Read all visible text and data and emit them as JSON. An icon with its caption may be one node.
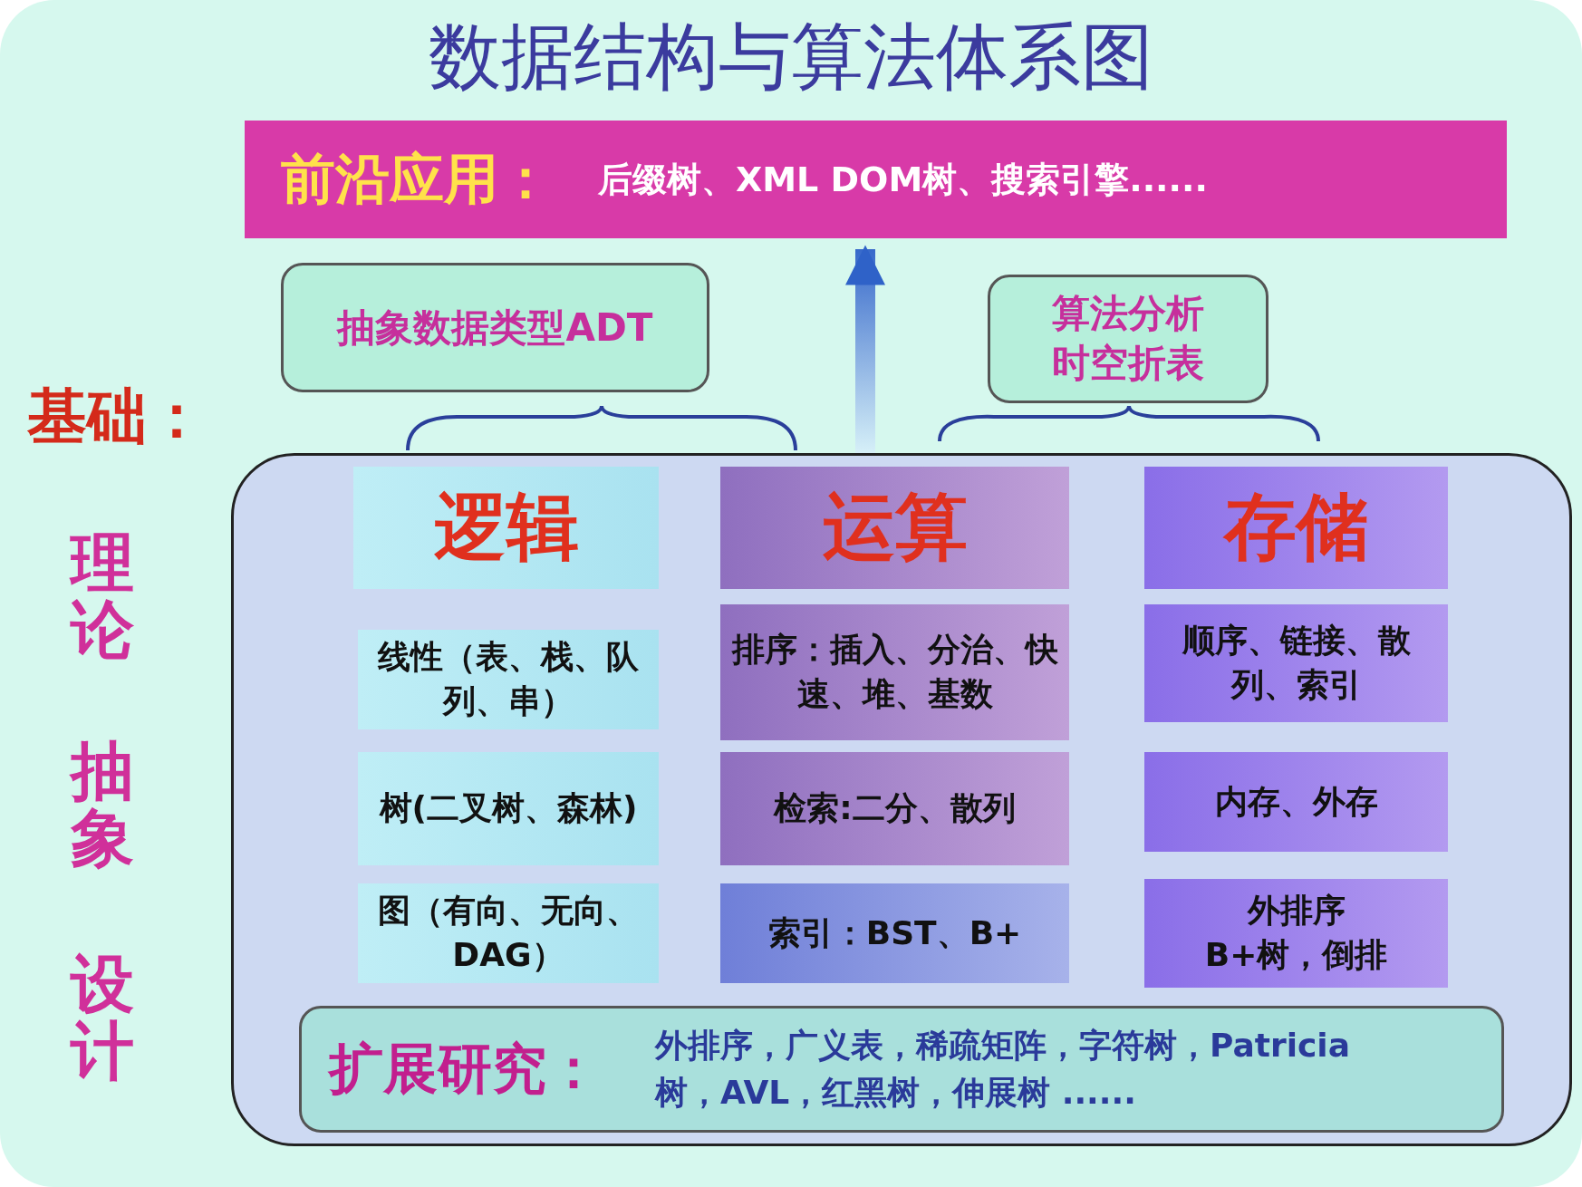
{
  "diagram": {
    "title": "数据结构与算法体系图",
    "nodes": [
      {
        "text": [
          "前沿应用：",
          "后缀树、XML DOM树、搜索引擎......"
        ]
      },
      {
        "text": [
          "抽象数据类型ADT"
        ]
      },
      {
        "text": [
          "算法分析时空折表"
        ]
      },
      {
        "text": [],
        "shape": "box"
      },
      {
        "text": [
          "逻辑"
        ],
        "in": 3
      },
      {
        "text": [
          "运算"
        ],
        "in": 3
      },
      {
        "text": [
          "存储"
        ],
        "in": 3
      },
      {
        "text": [
          "线性（表、栈、队列、串）"
        ],
        "in": 3
      },
      {
        "text": [
          "排序：插入、分治、快速、堆、基数"
        ],
        "in": 3
      },
      {
        "text": [
          "顺序、链接、散列、索引"
        ],
        "in": 3
      },
      {
        "text": [
          "树(二叉树、森林)"
        ],
        "in": 3
      },
      {
        "text": [
          "检索:二分、散列"
        ],
        "in": 3
      },
      {
        "text": [
          "内存、外存"
        ],
        "in": 3
      },
      {
        "text": [
          "图（有向、无向、DAG）"
        ],
        "in": 3
      },
      {
        "text": [
          "索引：BST、B+"
        ],
        "in": 3
      },
      {
        "text": [
          "外排序B+树，倒排"
        ],
        "in": 3
      },
      {
        "text": [
          "扩展研究：",
          "外排序，广义表，稀疏矩阵，字符树，Patricia树，AVL，红黑树，伸展树 ......"
        ],
        "in": 3
      }
    ],
    "edges": [
      {
        "from": 3,
        "to": 0,
        "arrow": "to"
      }
    ],
    "labels": [
      "基础：",
      "理论",
      "抽象",
      "设计"
    ]
  }
}
